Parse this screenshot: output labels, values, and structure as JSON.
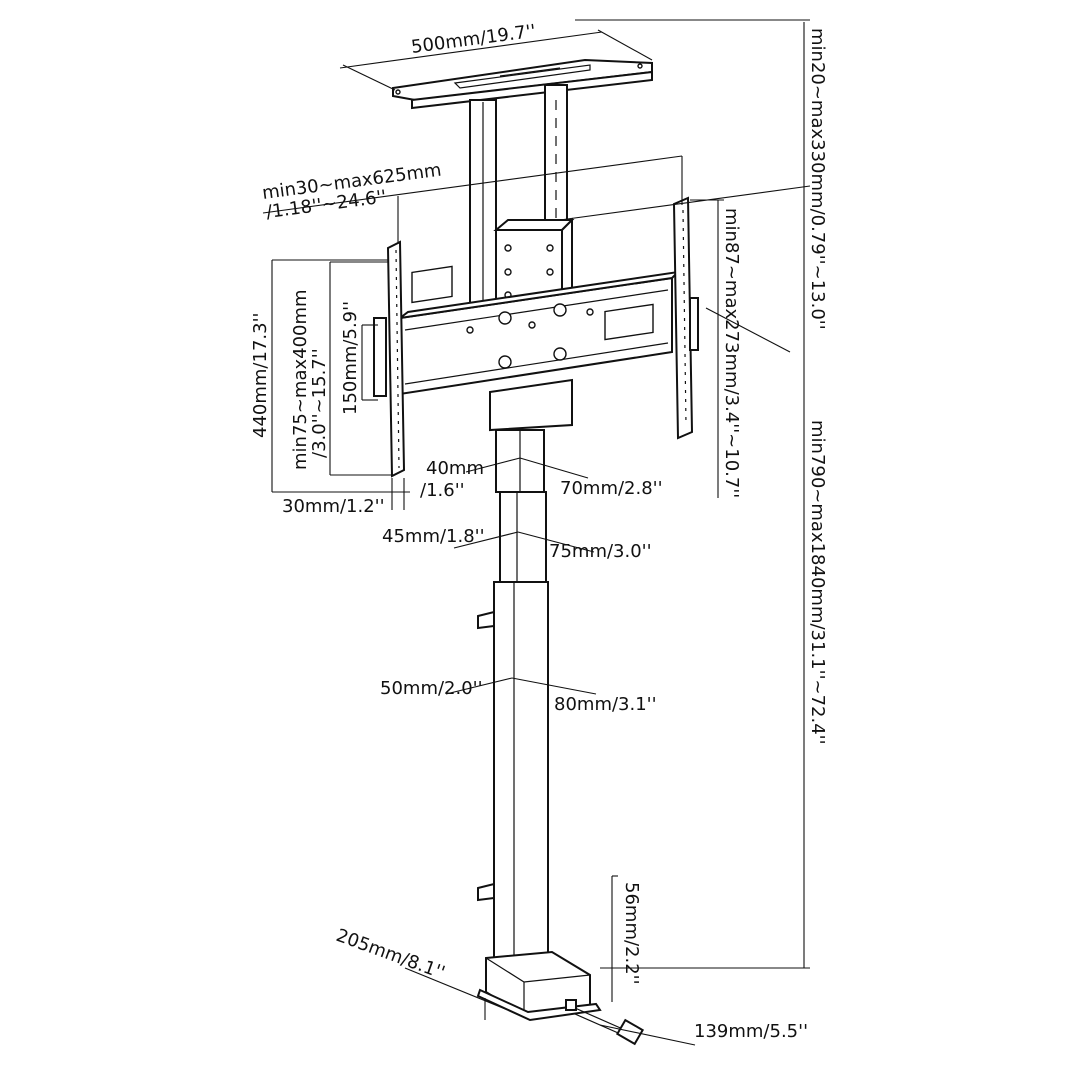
{
  "diagram": {
    "subject": "motorized TV lift stand with VESA mount",
    "stroke_color": "#111111",
    "background": "#ffffff",
    "labels": {
      "top_width": "500mm/19.7''",
      "arm_width_1": "min30~max625mm",
      "arm_width_2": "/1.18''~24.6''",
      "total_height_range": "min20~max330mm/0.79''~13.0''",
      "vesa_v_1": "min87~max273mm/3.4''~10.7''",
      "column_height": "min790~max1840mm/31.1''~72.4''",
      "rail_height": "440mm/17.3''",
      "vesa_h_1": "min75~max400mm",
      "vesa_h_2": "/3.0''~15.7''",
      "bracket_height": "150mm/5.9''",
      "rail_depth": "30mm/1.2''",
      "tube1_w_1": "40mm",
      "tube1_w_2": "/1.6''",
      "tube1_d": "70mm/2.8''",
      "tube2_w": "45mm/1.8''",
      "tube2_d": "75mm/3.0''",
      "tube3_w": "50mm/2.0''",
      "tube3_d": "80mm/3.1''",
      "base_height": "56mm/2.2''",
      "base_width": "205mm/8.1''",
      "base_depth": "139mm/5.5''"
    }
  }
}
